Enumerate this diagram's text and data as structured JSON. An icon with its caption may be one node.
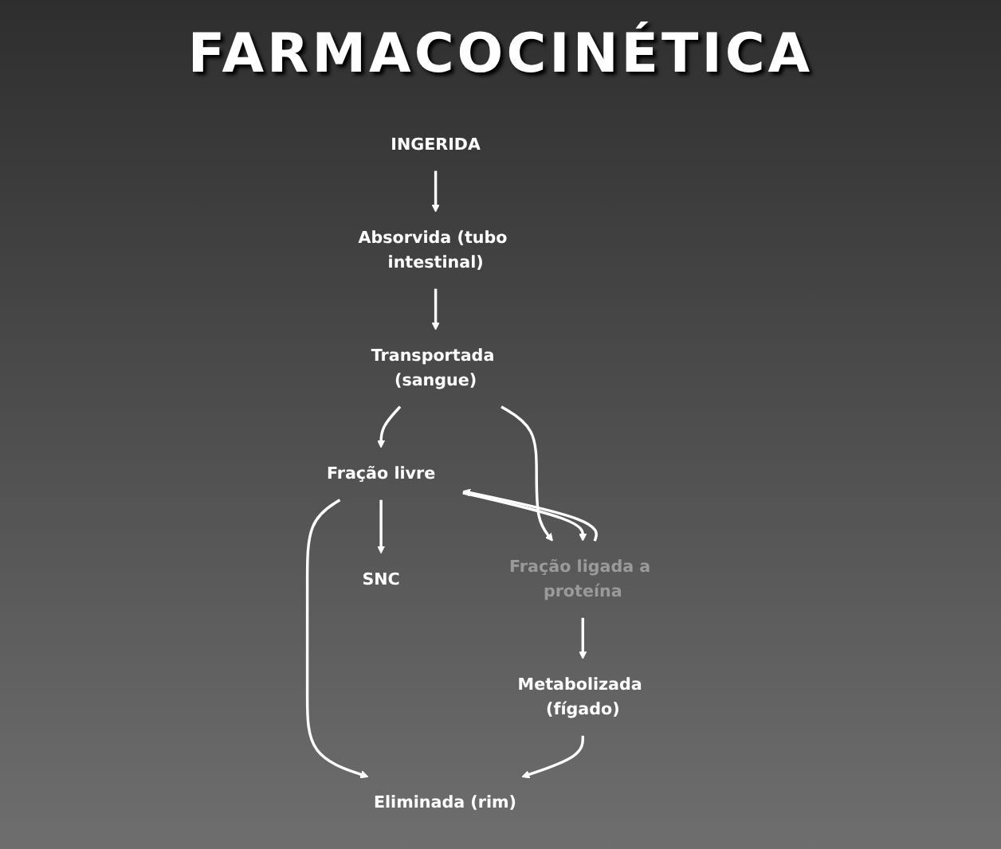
{
  "diagram": {
    "title": "FARMACOCINÉTICA",
    "nodes": [
      {
        "text": [
          "INGERIDA"
        ]
      },
      {
        "text": [
          "Absorvida (tubo intestinal)"
        ]
      },
      {
        "text": [
          "Transportada (sangue)"
        ]
      },
      {
        "text": [
          "Fração livre"
        ]
      },
      {
        "text": [
          "Fração ligada a proteína"
        ]
      },
      {
        "text": [
          "SNC"
        ]
      },
      {
        "text": [
          "Metabolizada (fígado)"
        ]
      },
      {
        "text": [
          "Eliminada (rim)"
        ]
      }
    ],
    "edges": [
      {
        "from": 0,
        "to": 1,
        "arrow": "to"
      },
      {
        "from": 1,
        "to": 2,
        "arrow": "to"
      },
      {
        "from": 2,
        "to": 3,
        "arrow": "to"
      },
      {
        "from": 2,
        "to": 4,
        "arrow": "to"
      },
      {
        "from": 4,
        "to": 3,
        "arrow": "to"
      },
      {
        "from": 3,
        "to": 4,
        "arrow": "to"
      },
      {
        "from": 3,
        "to": 5,
        "arrow": "to"
      },
      {
        "from": 3,
        "to": 7,
        "arrow": "to"
      },
      {
        "from": 4,
        "to": 6,
        "arrow": "to"
      },
      {
        "from": 6,
        "to": 7,
        "arrow": "to"
      }
    ]
  }
}
